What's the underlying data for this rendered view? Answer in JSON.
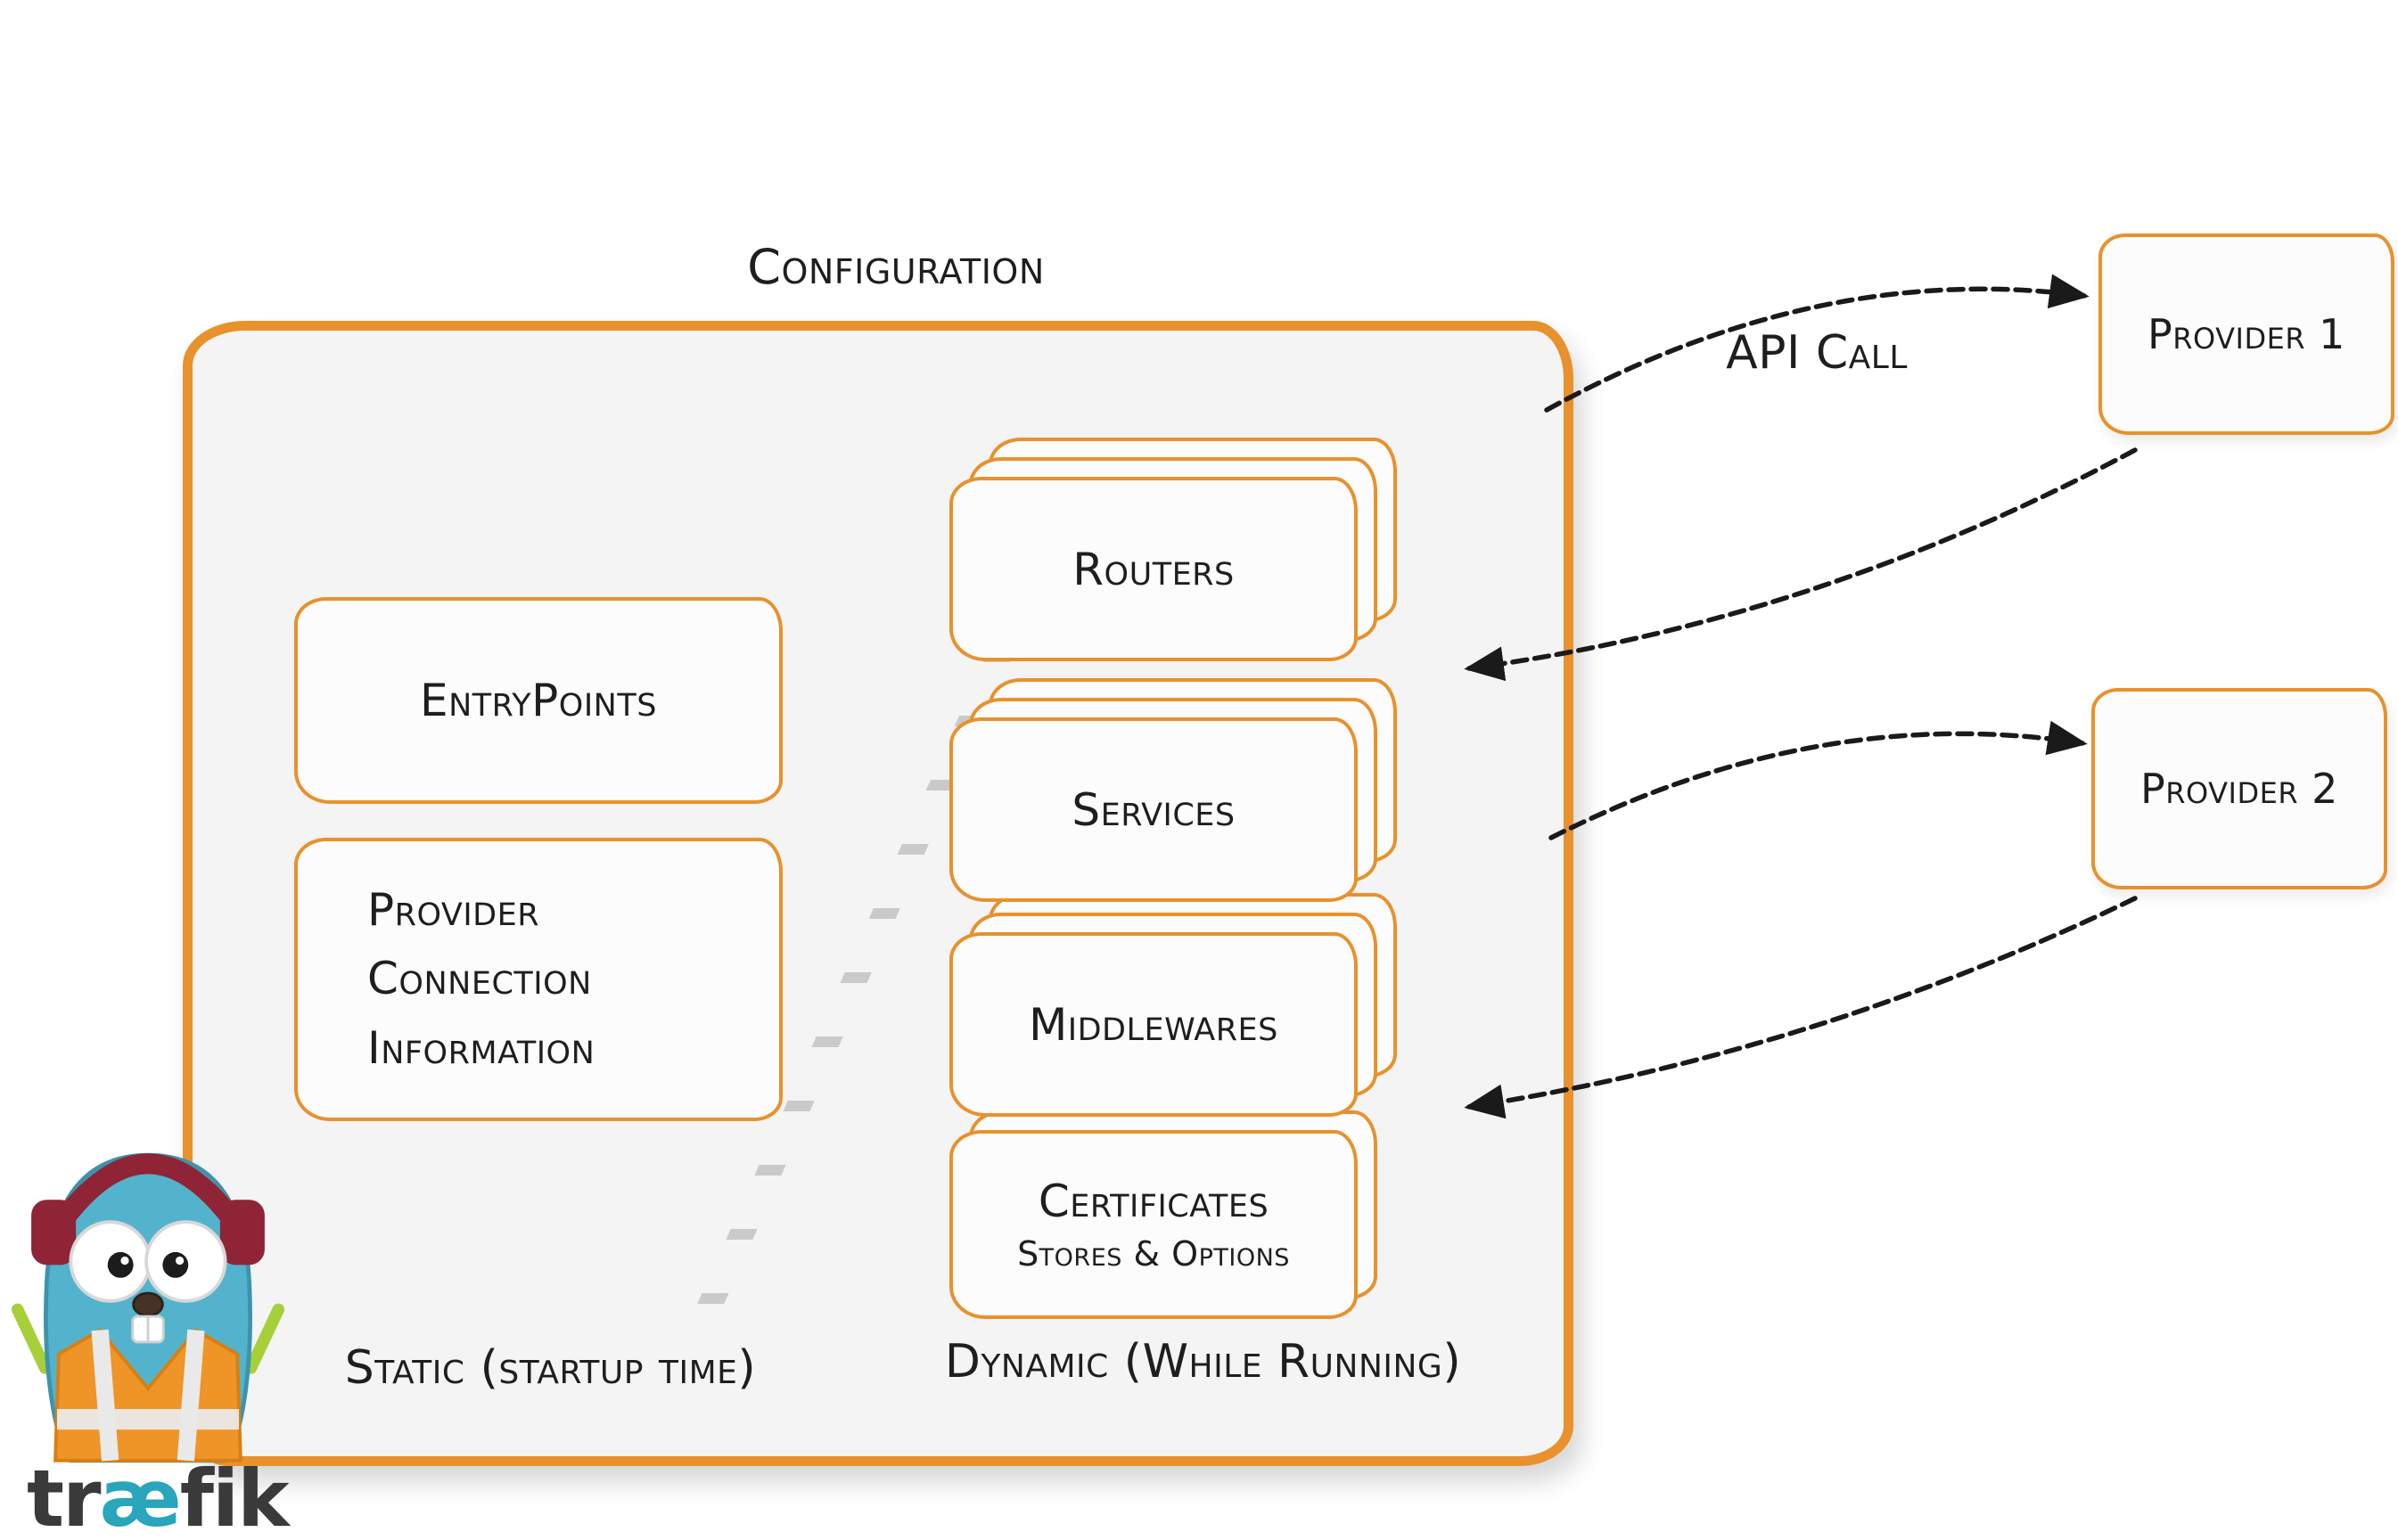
{
  "title": "Configuration",
  "static_section": {
    "caption": "Static (startup time)",
    "entrypoints": "EntryPoints",
    "provider_connection": "Provider Connection Information"
  },
  "dynamic_section": {
    "caption": "Dynamic (While Running)",
    "routers": "Routers",
    "services": "Services",
    "middlewares": "Middlewares",
    "certificates_title": "Certificates",
    "certificates_subtitle": "Stores & Options"
  },
  "api_call_label": "API Call",
  "providers": [
    {
      "label": "Provider 1"
    },
    {
      "label": "Provider 2"
    }
  ],
  "logo": {
    "brand_pre": "tr",
    "brand_mid": "æ",
    "brand_post": "fik"
  },
  "colors": {
    "accent_orange": "#e8912d",
    "config_fill": "#f4f4f4",
    "card_fill": "#fcfcfc",
    "arrow_black": "#1a1a1a",
    "divider_gray": "#c2c2c2",
    "gopher_blue": "#54b3cc",
    "vest_orange": "#ef9426",
    "headphones_red": "#8e2436",
    "logo_ae_teal": "#29a5bc",
    "logo_text": "#3a3a3a"
  }
}
